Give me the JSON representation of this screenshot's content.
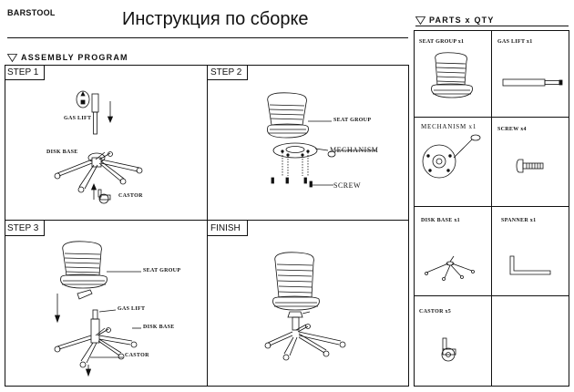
{
  "header": {
    "brand": "BARSTOOL",
    "title": "Инструкция по сборке"
  },
  "assembly": {
    "heading": "ASSEMBLY PROGRAM",
    "steps": [
      {
        "label": "STEP 1",
        "parts": [
          "GAS LIFT",
          "DISK BASE",
          "CASTOR"
        ]
      },
      {
        "label": "STEP 2",
        "parts": [
          "SEAT GROUP",
          "MECHANISM",
          "SCREW"
        ]
      },
      {
        "label": "STEP 3",
        "parts": [
          "SEAT GROUP",
          "GAS LIFT",
          "DISK BASE",
          "CASTOR"
        ]
      },
      {
        "label": "FINISH"
      }
    ]
  },
  "parts": {
    "heading": "PARTS x QTY",
    "items": [
      {
        "label": "SEAT GROUP x1",
        "icon": "seat-group-icon"
      },
      {
        "label": "GAS LIFT x1",
        "icon": "gas-lift-icon"
      },
      {
        "label": "MECHANISM x1",
        "icon": "mechanism-icon"
      },
      {
        "label": "SCREW x4",
        "icon": "screw-icon"
      },
      {
        "label": "DISK BASE x1",
        "icon": "disk-base-icon"
      },
      {
        "label": "SPANNER x1",
        "icon": "spanner-icon"
      },
      {
        "label": "CASTOR x5",
        "icon": "castor-icon"
      }
    ]
  }
}
